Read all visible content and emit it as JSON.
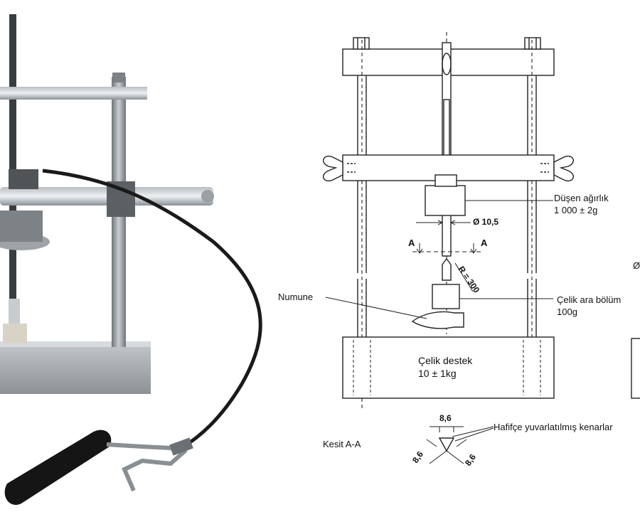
{
  "diagram": {
    "labels": {
      "falling_weight": "Düşen ağırlık",
      "falling_weight_value": "1 000 ± 2g",
      "diameter": "Ø 10,5",
      "section_marker": "A",
      "radius": "R = 300",
      "specimen": "Numune",
      "steel_spacer": "Çelik ara bölüm",
      "steel_spacer_value": "100g",
      "steel_base": "Çelik destek",
      "steel_base_value": "10 ± 1kg",
      "section_title": "Kesit A-A",
      "dim_top": "8,6",
      "dim_left": "8,6",
      "dim_right": "8,6",
      "rounded_edges": "Hafifçe yuvarlatılmış kenarlar",
      "cut_off_symbol": "Ø"
    }
  },
  "colors": {
    "photo_metal": "#8f959a",
    "photo_base": "#a9acae",
    "photo_cable": "#1a1a1a",
    "line": "#222222"
  },
  "icons": {
    "wing_nut": "wing-nut-icon",
    "hex_nut": "hex-nut-icon"
  }
}
